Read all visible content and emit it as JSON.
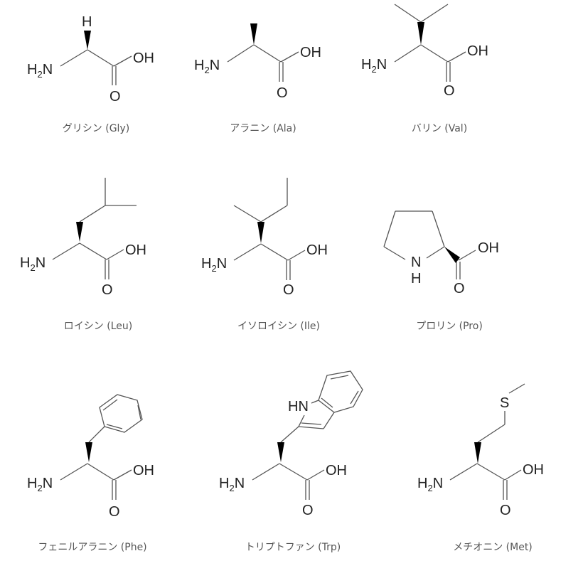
{
  "amino_acids": [
    {
      "name_ja": "グリシン",
      "abbr": "Gly",
      "label": "グリシン (Gly)"
    },
    {
      "name_ja": "アラニン",
      "abbr": "Ala",
      "label": "アラニン (Ala)"
    },
    {
      "name_ja": "バリン",
      "abbr": "Val",
      "label": "バリン (Val)"
    },
    {
      "name_ja": "ロイシン",
      "abbr": "Leu",
      "label": "ロイシン (Leu)"
    },
    {
      "name_ja": "イソロイシン",
      "abbr": "Ile",
      "label": "イソロイシン (Ile)"
    },
    {
      "name_ja": "プロリン",
      "abbr": "Pro",
      "label": "プロリン (Pro)"
    },
    {
      "name_ja": "フェニルアラニン",
      "abbr": "Phe",
      "label": "フェニルアラニン (Phe)"
    },
    {
      "name_ja": "トリプトファン",
      "abbr": "Trp",
      "label": "トリプトファン (Trp)"
    },
    {
      "name_ja": "メチオニン",
      "abbr": "Met",
      "label": "メチオニン (Met)"
    }
  ],
  "atoms": {
    "H": "H",
    "N": "N",
    "H2N_H": "H",
    "H2N_2": "2",
    "OH": "OH",
    "O": "O",
    "HN": "HN",
    "S": "S"
  }
}
